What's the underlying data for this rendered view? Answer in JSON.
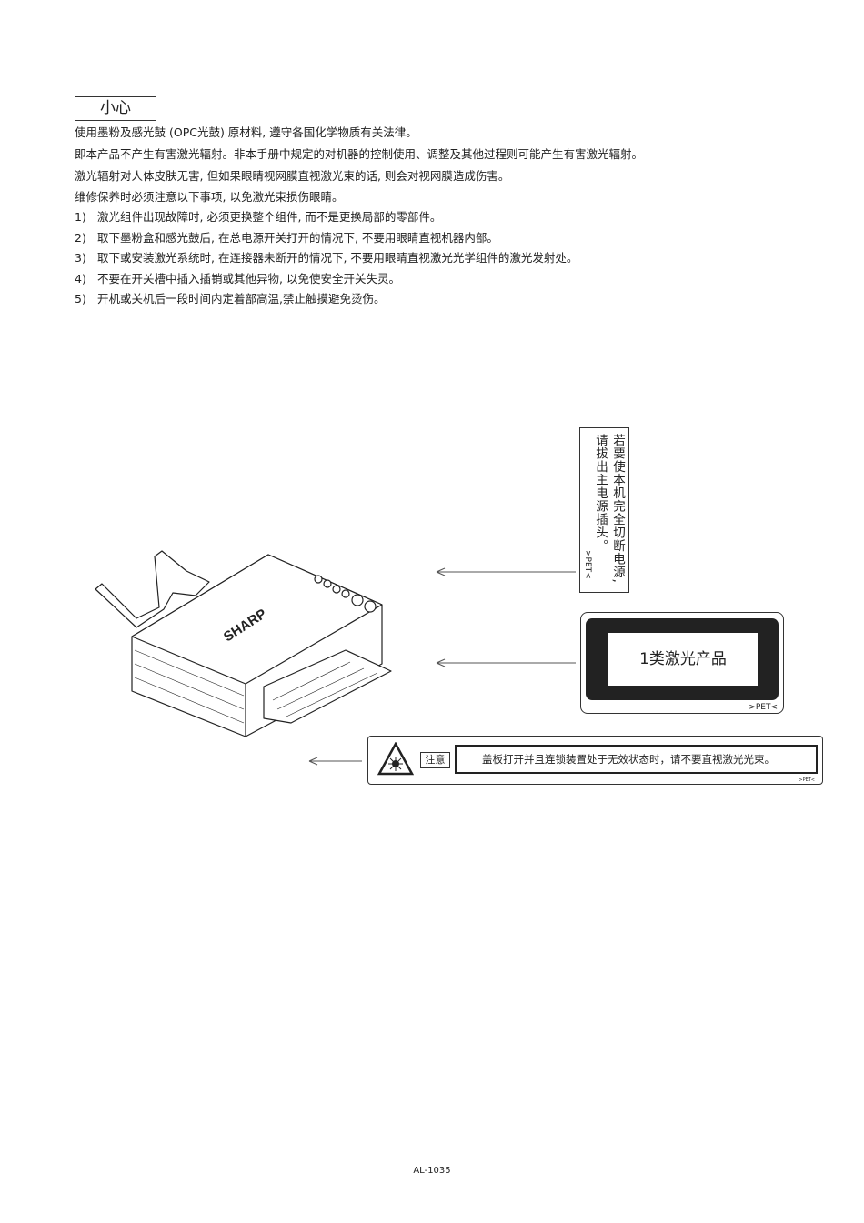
{
  "caution_title": "小心",
  "intro": [
    "使用墨粉及感光鼓 (OPC光鼓) 原材料, 遵守各国化学物质有关法律。",
    "即本产品不产生有害激光辐射。非本手册中规定的对机器的控制使用、调整及其他过程则可能产生有害激光辐射。",
    "激光辐射对人体皮肤无害, 但如果眼睛视网膜直视激光束的话, 则会对视网膜造成伤害。",
    "维修保养时必须注意以下事项, 以免激光束损伤眼睛。"
  ],
  "items": [
    {
      "num": "1)",
      "text": "激光组件出现故障时, 必须更换整个组件, 而不是更换局部的零部件。"
    },
    {
      "num": "2)",
      "text": "取下墨粉盒和感光鼓后, 在总电源开关打开的情况下, 不要用眼睛直视机器内部。"
    },
    {
      "num": "3)",
      "text": "取下或安装激光系统时, 在连接器未断开的情况下, 不要用眼睛直视激光光学组件的激光发射处。"
    },
    {
      "num": "4)",
      "text": "不要在开关槽中插入插销或其他异物, 以免使安全开关失灵。"
    },
    {
      "num": "5)",
      "text": "开机或关机后一段时间内定着部高温,禁止触摸避免烫伤。"
    }
  ],
  "labels": {
    "power": {
      "col1": "若要使本机完全切断电源,",
      "col2": "请拔出主电源插头。",
      "pet": ">PET<"
    },
    "class": {
      "text": "1类激光产品",
      "pet": ">PET<"
    },
    "warning": {
      "tag": "注意",
      "text": "盖板打开并且连锁装置处于无效状态时，请不要直视激光光束。",
      "pet": ">PET<",
      "icon": "laser-hazard-icon"
    }
  },
  "printer_brand": "SHARP",
  "footer": "AL-1035"
}
